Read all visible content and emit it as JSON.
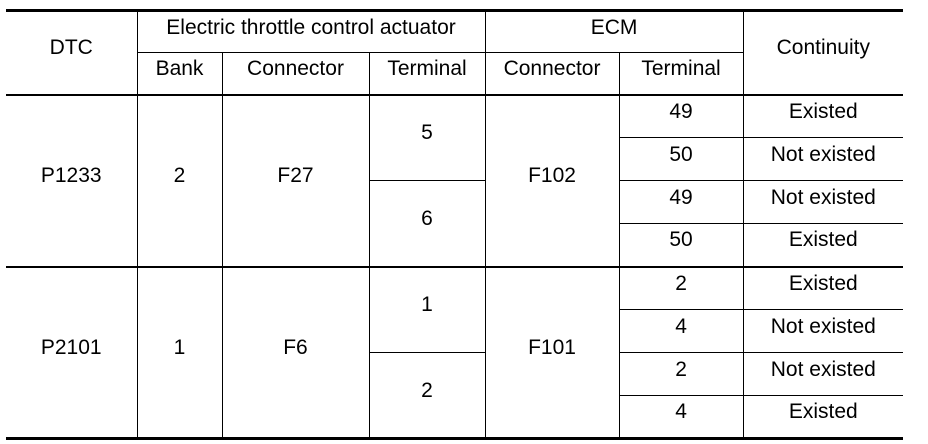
{
  "table": {
    "headers": {
      "dtc": "DTC",
      "actuator_group": "Electric throttle control actuator",
      "bank": "Bank",
      "actuator_connector": "Connector",
      "actuator_terminal": "Terminal",
      "ecm_group": "ECM",
      "ecm_connector": "Connector",
      "ecm_terminal": "Terminal",
      "continuity": "Continuity"
    },
    "groups": [
      {
        "dtc": "P1233",
        "bank": "2",
        "connector": "F27",
        "ecm_connector": "F102",
        "terminals": [
          {
            "terminal": "5",
            "ecm_rows": [
              {
                "ecm_terminal": "49",
                "continuity": "Existed"
              },
              {
                "ecm_terminal": "50",
                "continuity": "Not existed"
              }
            ]
          },
          {
            "terminal": "6",
            "ecm_rows": [
              {
                "ecm_terminal": "49",
                "continuity": "Not existed"
              },
              {
                "ecm_terminal": "50",
                "continuity": "Existed"
              }
            ]
          }
        ]
      },
      {
        "dtc": "P2101",
        "bank": "1",
        "connector": "F6",
        "ecm_connector": "F101",
        "terminals": [
          {
            "terminal": "1",
            "ecm_rows": [
              {
                "ecm_terminal": "2",
                "continuity": "Existed"
              },
              {
                "ecm_terminal": "4",
                "continuity": "Not existed"
              }
            ]
          },
          {
            "terminal": "2",
            "ecm_rows": [
              {
                "ecm_terminal": "2",
                "continuity": "Not existed"
              },
              {
                "ecm_terminal": "4",
                "continuity": "Existed"
              }
            ]
          }
        ]
      }
    ]
  }
}
